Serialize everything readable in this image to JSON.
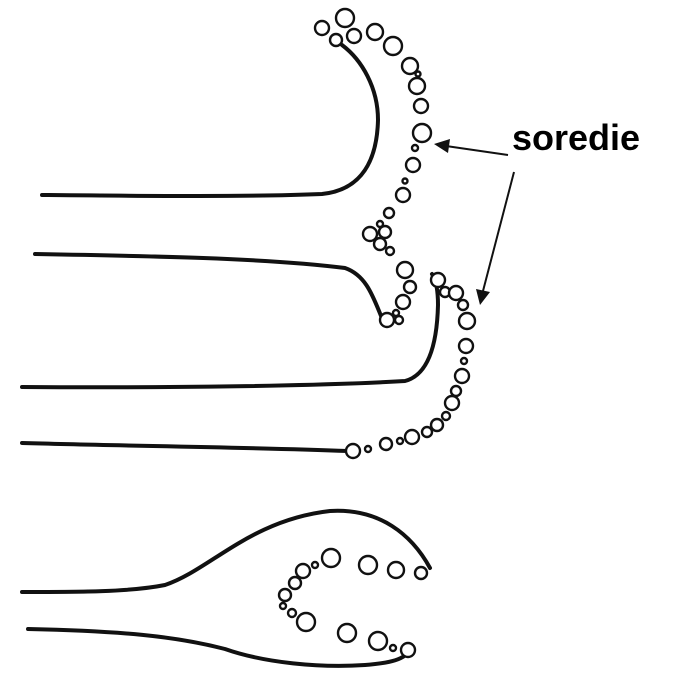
{
  "diagram": {
    "label": "soredie",
    "ink_color": "#111111",
    "background_color": "#ffffff",
    "structures": [
      {
        "name": "soralium-top",
        "kind": "curled-lobe-tip"
      },
      {
        "name": "soralium-middle",
        "kind": "curled-lobe-tip"
      },
      {
        "name": "soralium-bottom",
        "kind": "lip-shaped-soralium"
      }
    ]
  }
}
